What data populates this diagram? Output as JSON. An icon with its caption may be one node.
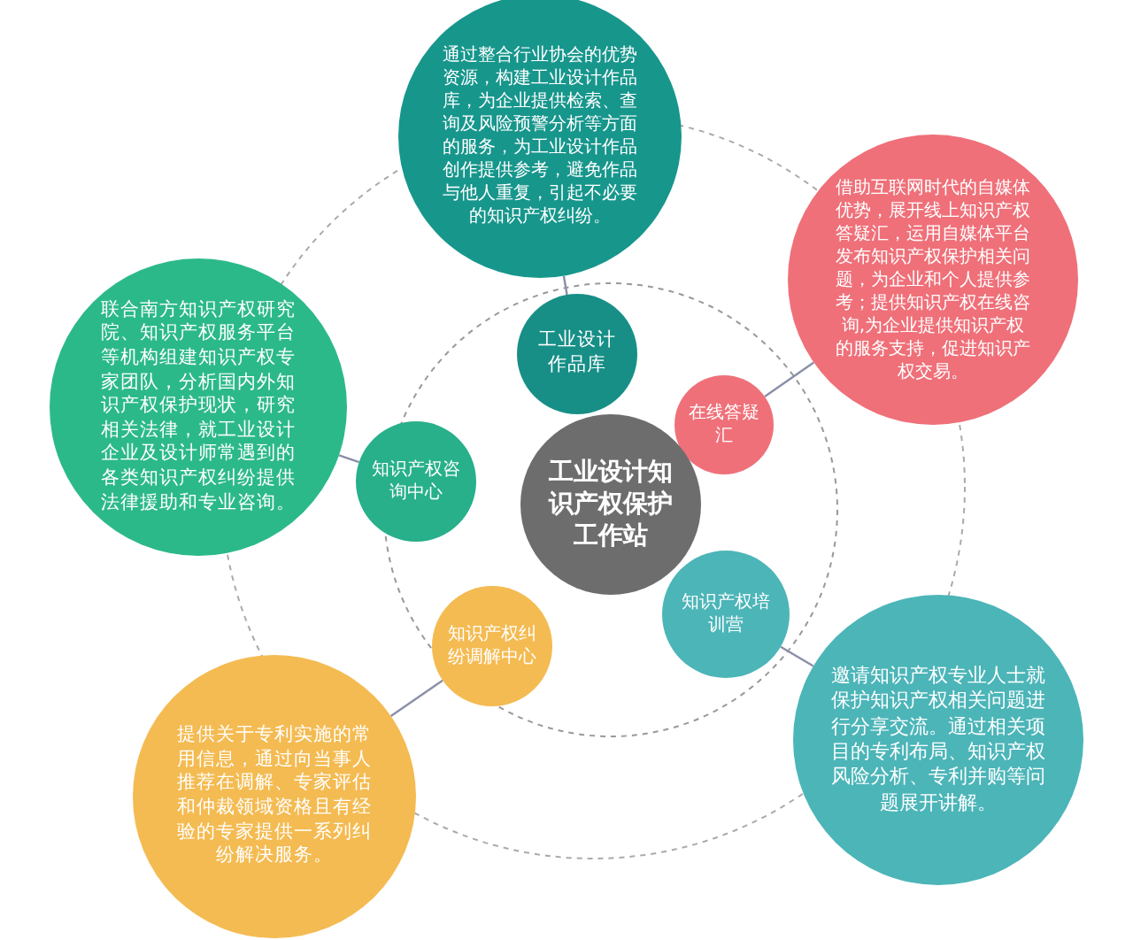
{
  "diagram": {
    "nodes": [
      {
        "text": [
          "通过整合行业协会的优势资源，构建工业设计作品库，为企业提供检索、查询及风险预警分析等方面的服务，为工业设计作品创作提供参考，避免作品与他人重复，引起不必要的知识产权纠纷。"
        ]
      },
      {
        "text": [
          "借助互联网时代的自媒体优势，展开线上知识产权答疑汇，运用自媒体平台发布知识产权保护相关问题，为企业和个人提供参考；提供知识产权在线咨询,为企业提供知识产权的服务支持，促进知识产权交易。"
        ]
      },
      {
        "text": [
          "联合南方知识产权研究院、知识产权服务平台等机构组建知识产权专家团队，分析国内外知识产权保护现状，研究相关法律，就工业设计企业及设计师常遇到的各类知识产权纠纷提供法律援助和专业咨询。"
        ]
      },
      {
        "text": [
          "工业设计作品库"
        ]
      },
      {
        "text": [
          "在线答疑汇"
        ]
      },
      {
        "text": [
          "知识产权咨询中心"
        ]
      },
      {
        "text": [
          "工业设计知识产权保护工作站"
        ]
      },
      {
        "text": [
          "知识产权培训营"
        ]
      },
      {
        "text": [
          "知识产权纠纷调解中心"
        ]
      },
      {
        "text": [
          "提供关于专利实施的常用信息，通过向当事人推荐在调解、专家评估和仲裁领域资格且有经验的专家提供一系列纠纷解决服务。"
        ]
      },
      {
        "text": [
          "邀请知识产权专业人士就保护知识产权相关问题进行分享交流。通过相关项目的专利布局、知识产权风险分析、专利并购等问题展开讲解。"
        ]
      }
    ],
    "edges": [
      {
        "from": 3,
        "to": 0,
        "arrow": "none"
      },
      {
        "from": 4,
        "to": 1,
        "arrow": "none"
      },
      {
        "from": 5,
        "to": 2,
        "arrow": "none"
      },
      {
        "from": 8,
        "to": 9,
        "arrow": "none"
      },
      {
        "from": 7,
        "to": 10,
        "arrow": "none"
      }
    ]
  }
}
